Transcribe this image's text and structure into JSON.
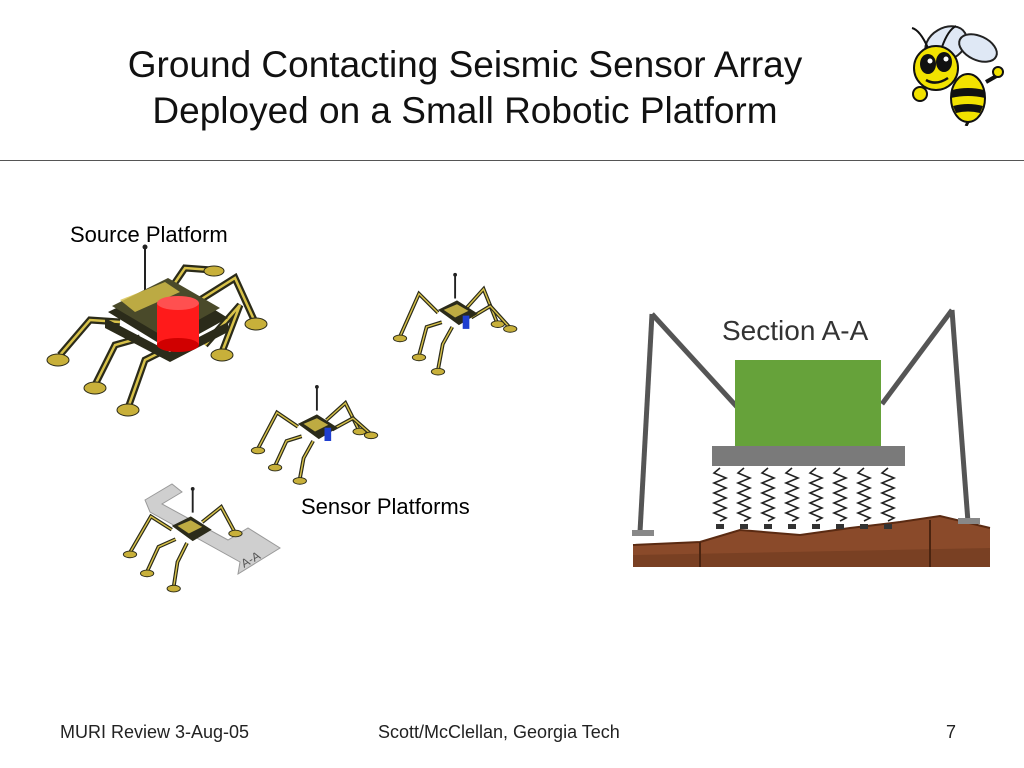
{
  "slide": {
    "title_line1": "Ground Contacting Seismic Sensor Array",
    "title_line2": "Deployed on a Small Robotic Platform"
  },
  "labels": {
    "source_platform": "Source Platform",
    "sensor_platforms": "Sensor Platforms",
    "section": "Section A-A",
    "arrow_tag": "A-A"
  },
  "footer": {
    "left": "MURI Review 3-Aug-05",
    "center": "Scott/McClellan, Georgia Tech",
    "page": "7"
  },
  "colors": {
    "robot_body": "#2b2b1a",
    "robot_accent": "#d8c24a",
    "source_payload": "#ff1a1a",
    "sensor_payload": "#1f3fd0",
    "section_block": "#66a23a",
    "section_plate": "#7a7a7a",
    "ground": "#8a4a2a",
    "mascot_yellow": "#f2e200"
  },
  "icons": {
    "mascot": "yellow-jacket-mascot-icon"
  }
}
